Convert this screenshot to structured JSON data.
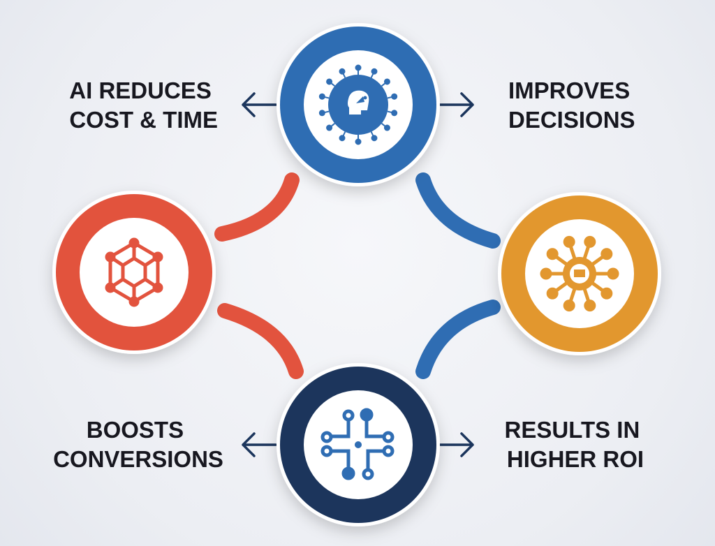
{
  "labels": {
    "top_left": [
      "AI REDUCES",
      "COST & TIME"
    ],
    "top_right": [
      "IMPROVES",
      "DECISIONS"
    ],
    "bottom_left": [
      "BOOSTS",
      "CONVERSIONS"
    ],
    "bottom_right": [
      "RESULTS IN",
      "HIGHER ROI"
    ]
  },
  "nodes": [
    {
      "name": "top",
      "icon": "ai-head-icon",
      "color": "#2f6db3"
    },
    {
      "name": "left",
      "icon": "network-icon",
      "color": "#e2533e"
    },
    {
      "name": "right",
      "icon": "gear-network-icon",
      "color": "#e2972f"
    },
    {
      "name": "bottom",
      "icon": "circuit-icon",
      "color": "#1b355c"
    }
  ],
  "colors": {
    "arrow": "#1b355c",
    "accent_blue": "#2f6db3",
    "accent_red": "#e2533e"
  }
}
